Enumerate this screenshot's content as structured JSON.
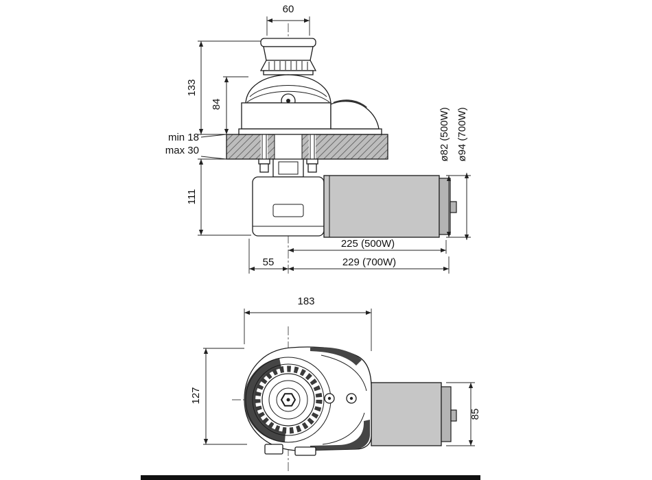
{
  "side_view": {
    "dim_60": "60",
    "dim_133": "133",
    "dim_84": "84",
    "deck_min": "min 18",
    "deck_max": "max 30",
    "dim_111": "111",
    "dia_500": "ø82 (500W)",
    "dia_700": "ø94 (700W)",
    "len_500": "225 (500W)",
    "len_700": "229 (700W)",
    "dim_55": "55"
  },
  "plan_view": {
    "dim_183": "183",
    "dim_127": "127",
    "dim_85": "85"
  },
  "colors": {
    "line": "#1a1a1a",
    "dimension": "#222222",
    "deck_hatch_bg": "#bdbdbd",
    "deck_hatch_line": "#6a6a6a",
    "motor_gray": "#c6c6c6",
    "end_cap_gray": "#b4b4b4",
    "dark_shading": "#454545",
    "bottom_bar": "#111111",
    "background": "#ffffff"
  }
}
